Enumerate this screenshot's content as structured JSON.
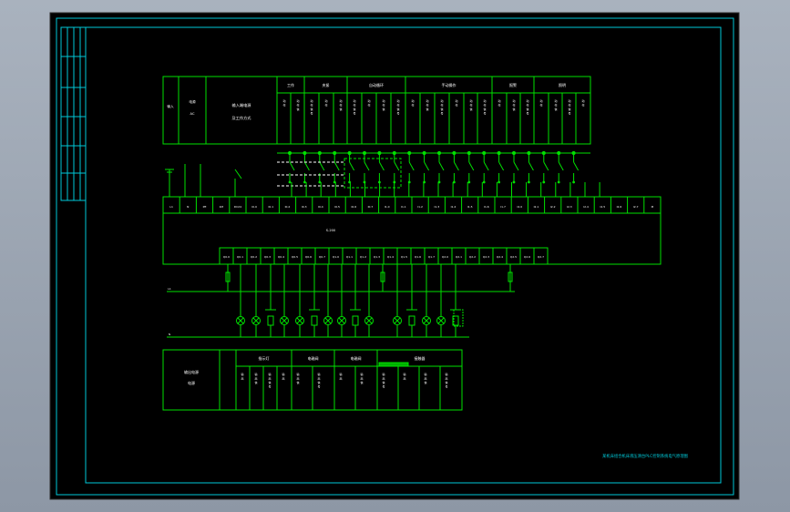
{
  "colors": {
    "viewport_bg": "#9aa3b0",
    "sheet_bg": "#000000",
    "frame": "#00c8d8",
    "wire": "#00e000",
    "text": "#ffffff",
    "title_text": "#00c8d8"
  },
  "plc": {
    "model_label": "S-200"
  },
  "input_terminals": [
    "L1",
    "N",
    "PE",
    "1M",
    "DC24",
    "I0.0",
    "I0.1",
    "I0.2",
    "I0.3",
    "I0.4",
    "I0.5",
    "I0.6",
    "I0.7",
    "I1.0",
    "I1.1",
    "I1.2",
    "I1.3",
    "I1.4",
    "I1.5",
    "I1.6",
    "I1.7",
    "I2.0",
    "I2.1",
    "I2.2",
    "I2.3",
    "I2.4",
    "I2.5",
    "I2.6",
    "I2.7",
    "M"
  ],
  "output_terminals": [
    "Q0.0",
    "Q0.1",
    "Q0.2",
    "Q0.3",
    "Q0.4",
    "Q0.5",
    "Q0.6",
    "Q0.7",
    "Q1.0",
    "Q1.1",
    "Q1.2",
    "Q1.3",
    "Q1.4",
    "Q1.5",
    "Q1.6",
    "Q1.7",
    "Q2.0",
    "Q2.1",
    "Q2.2",
    "Q2.3",
    "Q2.4",
    "Q2.5",
    "Q2.6",
    "Q2.7"
  ],
  "top_table": {
    "left_title": "输入",
    "center_title": "输入端电源\n及工作方式",
    "sections": [
      {
        "title": "工作"
      },
      {
        "title": "夹紧"
      },
      {
        "title": "自动循环"
      },
      {
        "title": "手动操作"
      },
      {
        "title": "报警"
      },
      {
        "title": "照明"
      }
    ]
  },
  "bottom_table": {
    "left_title": "输出电源\n电源",
    "sections": [
      {
        "title": "指示灯"
      },
      {
        "title": "电磁阀"
      },
      {
        "title": "电磁阀"
      },
      {
        "title": "接触器"
      }
    ]
  },
  "drawing_title": "某机床组合机床液压滑台PLC控制系统电气原理图"
}
